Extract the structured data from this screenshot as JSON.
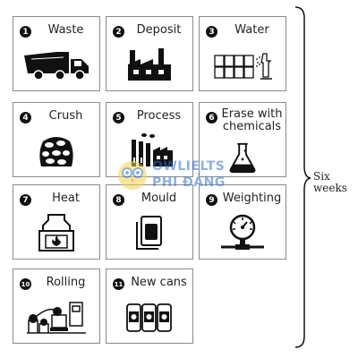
{
  "steps": [
    {
      "num": "1",
      "label": "Waste",
      "icon": "garbage-truck-icon"
    },
    {
      "num": "2",
      "label": "Deposit",
      "icon": "factory-icon"
    },
    {
      "num": "3",
      "label": "Water",
      "icon": "water-spray-icon"
    },
    {
      "num": "4",
      "label": "Crush",
      "icon": "crushed-cans-icon"
    },
    {
      "num": "5",
      "label": "Process",
      "icon": "processing-plant-icon"
    },
    {
      "num": "6",
      "label": "Erase with chemicals",
      "icon": "chemical-flask-icon"
    },
    {
      "num": "7",
      "label": "Heat",
      "icon": "furnace-icon"
    },
    {
      "num": "8",
      "label": "Mould",
      "icon": "mould-icon"
    },
    {
      "num": "9",
      "label": "Weighting",
      "icon": "weighing-scale-icon"
    },
    {
      "num": "10",
      "label": "Rolling",
      "icon": "rolling-mill-icon"
    },
    {
      "num": "11",
      "label": "New cans",
      "icon": "cans-icon"
    }
  ],
  "duration_label": "Six weeks",
  "watermark": {
    "line1": "OWLIELTS",
    "line2": "PHI ĐẢNG"
  }
}
